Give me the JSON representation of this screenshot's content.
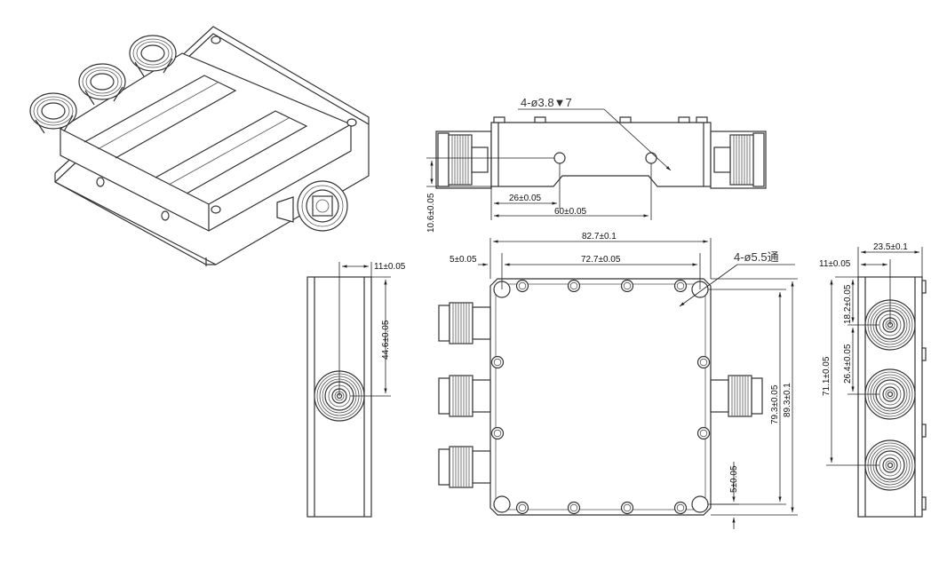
{
  "dimensions": {
    "side_26": "26±0.05",
    "side_60": "60±0.05",
    "side_10_6": "10.6±0.05",
    "hole_small": "4-ø3.8▼7",
    "top_82_7": "82.7±0.1",
    "top_72_7": "72.7±0.05",
    "top_5a": "5±0.05",
    "hole_large": "4-ø5.5通",
    "top_79_3": "79.3±0.05",
    "top_89_3": "89.3±0.1",
    "top_5b": "5±0.05",
    "left_11": "11±0.05",
    "left_44_6": "44.6±0.05",
    "right_23_5": "23.5±0.1",
    "right_11": "11±0.05",
    "right_18_2": "18.2±0.05",
    "right_26_4": "26.4±0.05",
    "right_71_1": "71.1±0.05"
  }
}
